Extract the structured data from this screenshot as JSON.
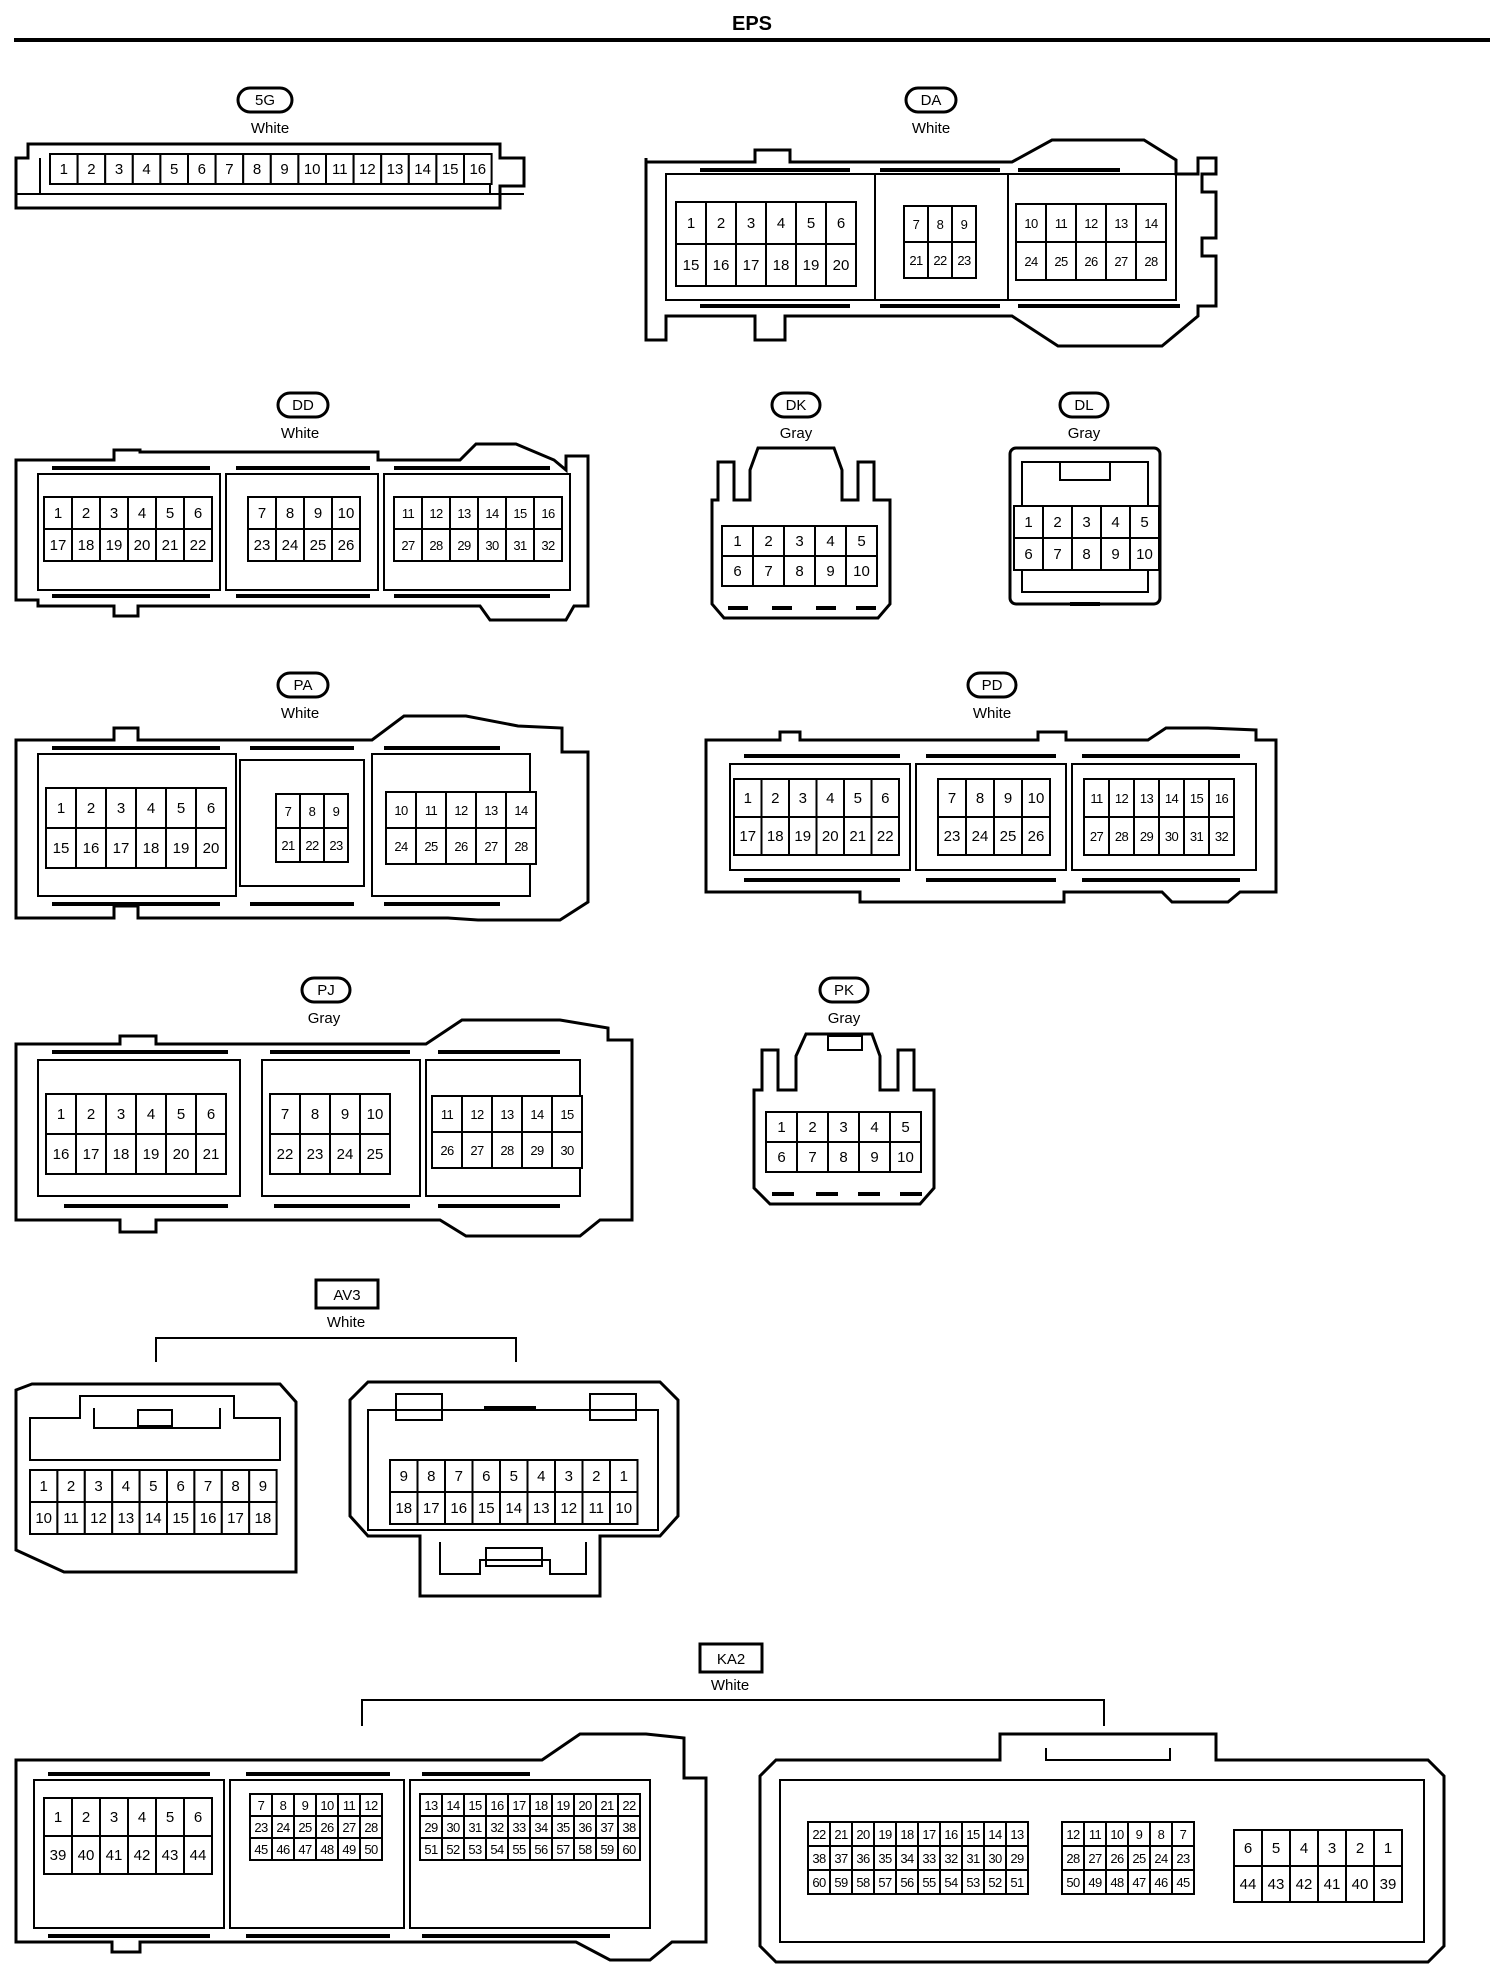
{
  "page": {
    "title": "EPS"
  },
  "connectors": {
    "c5G": {
      "code": "5G",
      "color": "White",
      "rows": [
        [
          "1",
          "2",
          "3",
          "4",
          "5",
          "6",
          "7",
          "8",
          "9",
          "10",
          "11",
          "12",
          "13",
          "14",
          "15",
          "16"
        ]
      ]
    },
    "DA": {
      "code": "DA",
      "color": "White",
      "b1": [
        [
          "1",
          "2",
          "3",
          "4",
          "5",
          "6"
        ],
        [
          "15",
          "16",
          "17",
          "18",
          "19",
          "20"
        ]
      ],
      "b2": [
        [
          "7",
          "8",
          "9"
        ],
        [
          "21",
          "22",
          "23"
        ]
      ],
      "b3": [
        [
          "10",
          "11",
          "12",
          "13",
          "14"
        ],
        [
          "24",
          "25",
          "26",
          "27",
          "28"
        ]
      ]
    },
    "DD": {
      "code": "DD",
      "color": "White",
      "b1": [
        [
          "1",
          "2",
          "3",
          "4",
          "5",
          "6"
        ],
        [
          "17",
          "18",
          "19",
          "20",
          "21",
          "22"
        ]
      ],
      "b2": [
        [
          "7",
          "8",
          "9",
          "10"
        ],
        [
          "23",
          "24",
          "25",
          "26"
        ]
      ],
      "b3": [
        [
          "11",
          "12",
          "13",
          "14",
          "15",
          "16"
        ],
        [
          "27",
          "28",
          "29",
          "30",
          "31",
          "32"
        ]
      ]
    },
    "DK": {
      "code": "DK",
      "color": "Gray",
      "rows": [
        [
          "1",
          "2",
          "3",
          "4",
          "5"
        ],
        [
          "6",
          "7",
          "8",
          "9",
          "10"
        ]
      ]
    },
    "DL": {
      "code": "DL",
      "color": "Gray",
      "rows": [
        [
          "1",
          "2",
          "3",
          "4",
          "5"
        ],
        [
          "6",
          "7",
          "8",
          "9",
          "10"
        ]
      ]
    },
    "PA": {
      "code": "PA",
      "color": "White",
      "b1": [
        [
          "1",
          "2",
          "3",
          "4",
          "5",
          "6"
        ],
        [
          "15",
          "16",
          "17",
          "18",
          "19",
          "20"
        ]
      ],
      "b2": [
        [
          "7",
          "8",
          "9"
        ],
        [
          "21",
          "22",
          "23"
        ]
      ],
      "b3": [
        [
          "10",
          "11",
          "12",
          "13",
          "14"
        ],
        [
          "24",
          "25",
          "26",
          "27",
          "28"
        ]
      ]
    },
    "PD": {
      "code": "PD",
      "color": "White",
      "b1": [
        [
          "1",
          "2",
          "3",
          "4",
          "5",
          "6"
        ],
        [
          "17",
          "18",
          "19",
          "20",
          "21",
          "22"
        ]
      ],
      "b2": [
        [
          "7",
          "8",
          "9",
          "10"
        ],
        [
          "23",
          "24",
          "25",
          "26"
        ]
      ],
      "b3": [
        [
          "11",
          "12",
          "13",
          "14",
          "15",
          "16"
        ],
        [
          "27",
          "28",
          "29",
          "30",
          "31",
          "32"
        ]
      ]
    },
    "PJ": {
      "code": "PJ",
      "color": "Gray",
      "b1": [
        [
          "1",
          "2",
          "3",
          "4",
          "5",
          "6"
        ],
        [
          "16",
          "17",
          "18",
          "19",
          "20",
          "21"
        ]
      ],
      "b2": [
        [
          "7",
          "8",
          "9",
          "10"
        ],
        [
          "22",
          "23",
          "24",
          "25"
        ]
      ],
      "b3": [
        [
          "11",
          "12",
          "13",
          "14",
          "15"
        ],
        [
          "26",
          "27",
          "28",
          "29",
          "30"
        ]
      ]
    },
    "PK": {
      "code": "PK",
      "color": "Gray",
      "rows": [
        [
          "1",
          "2",
          "3",
          "4",
          "5"
        ],
        [
          "6",
          "7",
          "8",
          "9",
          "10"
        ]
      ]
    },
    "AV3": {
      "code": "AV3",
      "color": "White",
      "left": [
        [
          "1",
          "2",
          "3",
          "4",
          "5",
          "6",
          "7",
          "8",
          "9"
        ],
        [
          "10",
          "11",
          "12",
          "13",
          "14",
          "15",
          "16",
          "17",
          "18"
        ]
      ],
      "right": [
        [
          "9",
          "8",
          "7",
          "6",
          "5",
          "4",
          "3",
          "2",
          "1"
        ],
        [
          "18",
          "17",
          "16",
          "15",
          "14",
          "13",
          "12",
          "11",
          "10"
        ]
      ]
    },
    "KA2": {
      "code": "KA2",
      "color": "White",
      "l1": [
        [
          "1",
          "2",
          "3",
          "4",
          "5",
          "6"
        ],
        [
          "39",
          "40",
          "41",
          "42",
          "43",
          "44"
        ]
      ],
      "l2": [
        [
          "7",
          "8",
          "9",
          "10",
          "11",
          "12"
        ],
        [
          "23",
          "24",
          "25",
          "26",
          "27",
          "28"
        ],
        [
          "45",
          "46",
          "47",
          "48",
          "49",
          "50"
        ]
      ],
      "l3": [
        [
          "13",
          "14",
          "15",
          "16",
          "17",
          "18",
          "19",
          "20",
          "21",
          "22"
        ],
        [
          "29",
          "30",
          "31",
          "32",
          "33",
          "34",
          "35",
          "36",
          "37",
          "38"
        ],
        [
          "51",
          "52",
          "53",
          "54",
          "55",
          "56",
          "57",
          "58",
          "59",
          "60"
        ]
      ],
      "r1": [
        [
          "22",
          "21",
          "20",
          "19",
          "18",
          "17",
          "16",
          "15",
          "14",
          "13"
        ],
        [
          "38",
          "37",
          "36",
          "35",
          "34",
          "33",
          "32",
          "31",
          "30",
          "29"
        ],
        [
          "60",
          "59",
          "58",
          "57",
          "56",
          "55",
          "54",
          "53",
          "52",
          "51"
        ]
      ],
      "r2": [
        [
          "12",
          "11",
          "10",
          "9",
          "8",
          "7"
        ],
        [
          "28",
          "27",
          "26",
          "25",
          "24",
          "23"
        ],
        [
          "50",
          "49",
          "48",
          "47",
          "46",
          "45"
        ]
      ],
      "r3": [
        [
          "6",
          "5",
          "4",
          "3",
          "2",
          "1"
        ],
        [
          "44",
          "43",
          "42",
          "41",
          "40",
          "39"
        ]
      ]
    }
  }
}
